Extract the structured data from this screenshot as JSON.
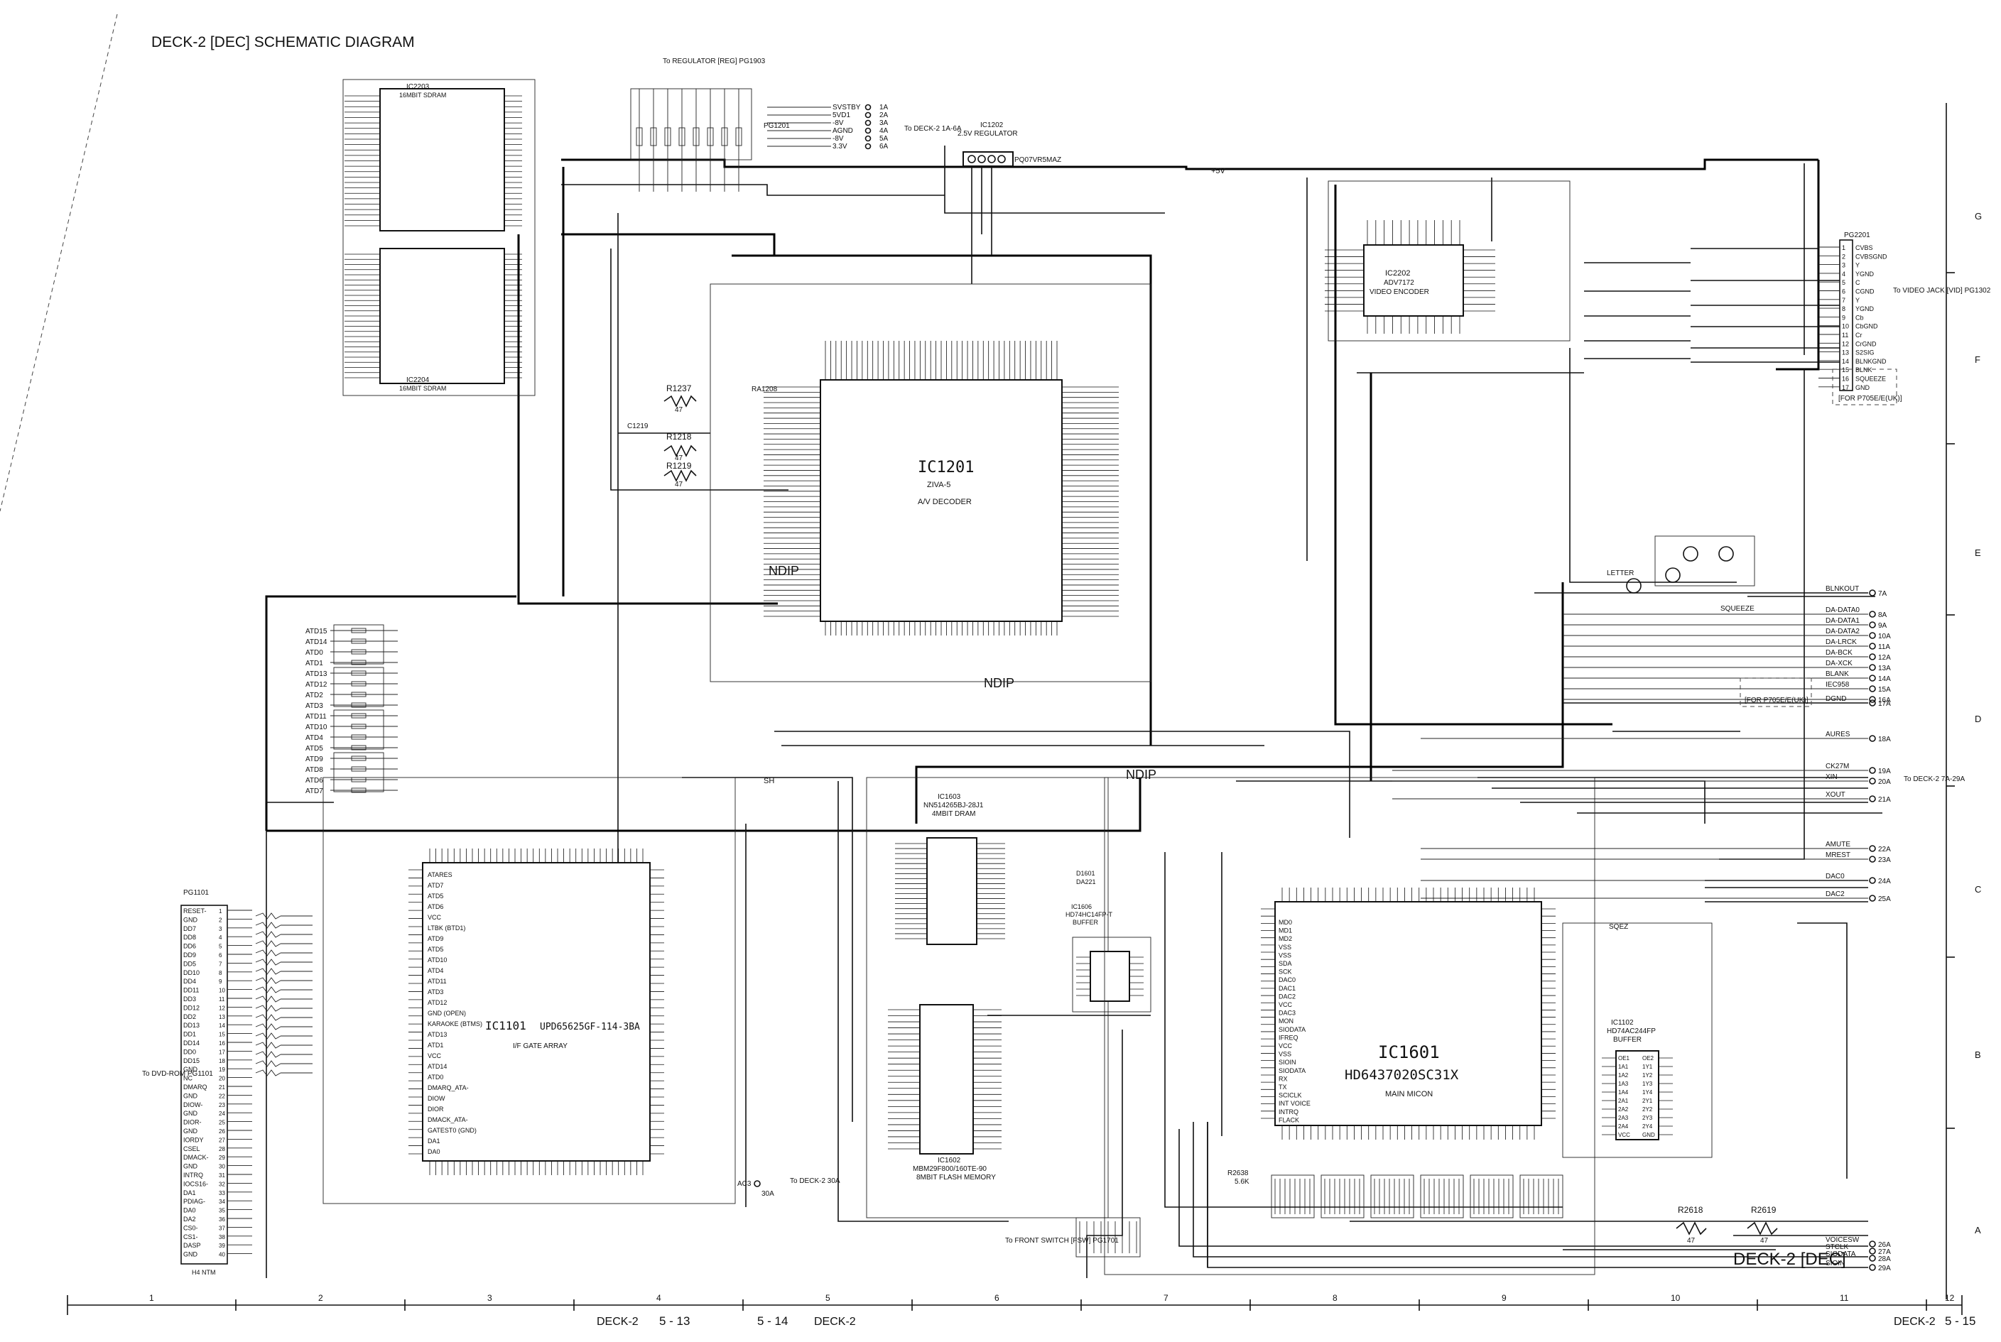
{
  "title": "DECK-2 [DEC] SCHEMATIC DIAGRAM",
  "corner_label": "DECK-2 [DEC]",
  "footer": {
    "left_deck": "DECK-2",
    "left_page": "5 - 13",
    "mid_page": "5 - 14",
    "mid_deck": "DECK-2",
    "right_deck": "DECK-2",
    "right_page": "5 - 15"
  },
  "grid_cols": [
    "1",
    "2",
    "3",
    "4",
    "5",
    "6",
    "7",
    "8",
    "9",
    "10",
    "11",
    "12"
  ],
  "grid_rows": [
    "G",
    "F",
    "E",
    "D",
    "C",
    "B",
    "A"
  ],
  "ics": {
    "ic2203": {
      "ref": "IC2203",
      "desc": "16MBIT SDRAM"
    },
    "ic2204": {
      "ref": "IC2204",
      "desc": "16MBIT SDRAM"
    },
    "ic1201": {
      "ref": "IC1201",
      "part": "ZIVA-5",
      "desc": "A/V DECODER"
    },
    "ic2202": {
      "ref": "IC2202",
      "part": "ADV7172",
      "desc": "VIDEO ENCODER"
    },
    "ic1202": {
      "ref": "IC1202",
      "desc": "2.5V REGULATOR",
      "part": "PQ07VR5MAZ"
    },
    "ic1101": {
      "ref": "IC1101",
      "part": "UPD65625GF-114-3BA",
      "desc": "I/F GATE ARRAY"
    },
    "ic1603": {
      "ref": "IC1603",
      "part": "NN514265BJ-28J1",
      "desc": "4MBIT DRAM"
    },
    "ic1602": {
      "ref": "IC1602",
      "part": "MBM29F800/160TE-90",
      "desc": "8MBIT FLASH MEMORY"
    },
    "ic1606": {
      "ref": "IC1606",
      "part": "HD74HC14FP-T",
      "desc": "BUFFER"
    },
    "ic1601": {
      "ref": "IC1601",
      "part": "HD6437020SC31X",
      "desc": "MAIN MICON"
    },
    "ic1102": {
      "ref": "IC1102",
      "part": "HD74AC244FP",
      "desc": "BUFFER"
    }
  },
  "connectors": {
    "pg1201": {
      "ref": "PG1201",
      "to": "To REGULATOR [REG] PG1903",
      "pins": [
        "1A",
        "2A",
        "3A",
        "4A",
        "5A",
        "6A"
      ],
      "nets": [
        "SVSTBY",
        "5VD1",
        "-8V",
        "AGND",
        "-8V",
        "3.3V"
      ],
      "dest": "To DECK-2 1A-6A"
    },
    "pg2201": {
      "ref": "PG2201",
      "to": "To VIDEO JACK [VID] PG1302",
      "pins": [
        "1",
        "2",
        "3",
        "4",
        "5",
        "6",
        "7",
        "8",
        "9",
        "10",
        "11",
        "12",
        "13",
        "14",
        "15",
        "16",
        "17"
      ],
      "nets": [
        "CVBS",
        "CVBSGND",
        "Y",
        "YGND",
        "C",
        "CGND",
        "Y",
        "YGND",
        "Cb",
        "CbGND",
        "Cr",
        "CrGND",
        "S2SIG",
        "BLNKGND",
        "BLNK",
        "SQUEEZE",
        "GND"
      ],
      "note": "[FOR P705E/E(UK)]"
    },
    "pg1101": {
      "ref": "PG1101",
      "to": "To DVD-ROM PG1101",
      "nets": [
        "RESET-",
        "GND",
        "DD7",
        "DD8",
        "DD6",
        "DD9",
        "DD5",
        "DD10",
        "DD4",
        "DD11",
        "DD3",
        "DD12",
        "DD2",
        "DD13",
        "DD1",
        "DD14",
        "DD0",
        "DD15",
        "GND",
        "NC",
        "DMARQ",
        "GND",
        "DIOW-",
        "GND",
        "DIOR-",
        "GND",
        "IORDY",
        "CSEL",
        "DMACK-",
        "GND",
        "INTRQ",
        "IOCS16-",
        "DA1",
        "PDIAG-",
        "DA0",
        "DA2",
        "CS0-",
        "CS1-",
        "DASP",
        "GND"
      ]
    },
    "pg1701": {
      "ref": "PG1701",
      "to": "To FRONT SWITCH [FSW] PG1701"
    },
    "right_bus": {
      "dest": "To DECK-2 7A-29A",
      "signals": [
        {
          "net": "BLNKOUT",
          "pin": "7A"
        },
        {
          "net": "DA-DATA0",
          "pin": "8A"
        },
        {
          "net": "DA-DATA1",
          "pin": "9A"
        },
        {
          "net": "DA-DATA2",
          "pin": "10A"
        },
        {
          "net": "DA-LRCK",
          "pin": "11A"
        },
        {
          "net": "DA-BCK",
          "pin": "12A"
        },
        {
          "net": "DA-XCK",
          "pin": "13A"
        },
        {
          "net": "BLANK",
          "pin": "14A"
        },
        {
          "net": "IEC958",
          "pin": "15A"
        },
        {
          "net": "",
          "pin": "16A"
        },
        {
          "net": "DGND",
          "pin": "17A"
        },
        {
          "net": "AURES",
          "pin": "18A"
        },
        {
          "net": "CK27M",
          "pin": "19A"
        },
        {
          "net": "XIN",
          "pin": "20A"
        },
        {
          "net": "XOUT",
          "pin": "21A"
        },
        {
          "net": "AMUTE",
          "pin": "22A"
        },
        {
          "net": "MREST",
          "pin": "23A"
        },
        {
          "net": "DAC0",
          "pin": "24A"
        },
        {
          "net": "DAC2",
          "pin": "25A"
        },
        {
          "net": "VOICESW",
          "pin": "26A"
        },
        {
          "net": "STCLK",
          "pin": "27A"
        },
        {
          "net": "SIODATA",
          "pin": "28A"
        },
        {
          "net": "SIOIN",
          "pin": "29A"
        }
      ],
      "note": "[FOR P705E/E(UK)]"
    },
    "ac3": {
      "net": "AC3",
      "pin": "30A",
      "dest": "To DECK-2 30A"
    }
  },
  "ic1101_left_pins": [
    "ATARES",
    "ATD7",
    "ATD5",
    "ATD6",
    "VCC",
    "LTBK (BTD1)",
    "ATD9",
    "ATD5",
    "ATD10",
    "ATD4",
    "ATD11",
    "ATD3",
    "ATD12",
    "GND (OPEN)",
    "KARAOKE (BTMS)",
    "ATD13",
    "ATD1",
    "VCC",
    "ATD14",
    "ATD0",
    "DMARQ_ATA-",
    "DIOW",
    "DIOR",
    "DMACK_ATA-",
    "GATEST0 (GND)",
    "DA1",
    "DA0"
  ],
  "ic1601_pins": [
    "MD0",
    "MD1",
    "MD2",
    "VSS",
    "VSS",
    "SDA",
    "SCK",
    "DAC0",
    "DAC1",
    "DAC2",
    "VCC",
    "DAC3",
    "MON",
    "SIODATA",
    "IFREQ",
    "VCC",
    "VSS",
    "SIOIN",
    "SIODATA",
    "RX",
    "TX",
    "SCICLK",
    "INT VOICE",
    "INTRQ",
    "FLACK"
  ],
  "ic1102_pins": [
    "OE1",
    "1A1",
    "1A2",
    "1A3",
    "1A4",
    "2A1",
    "2A2",
    "2A3",
    "2A4",
    "VCC",
    "OE2",
    "1Y1",
    "1Y2",
    "1Y3",
    "1Y4",
    "2Y1",
    "2Y2",
    "2Y3",
    "2Y4",
    "GND"
  ],
  "misc_labels": {
    "r1237": "R1237",
    "r1218": "R1218",
    "r1219": "R1219",
    "c1219": "C1219",
    "r47": "47",
    "ndip": "NDIP",
    "sh": "SH",
    "plus5v": "+5V",
    "letter": "LETTER",
    "squeeze": "SQUEEZE",
    "ra1208": "RA1208",
    "r2618": "R2618",
    "r2619": "R2619",
    "r2638": "R2638",
    "r2638v": "5.6K",
    "d1601": "D1601",
    "d1601p": "DA221",
    "h4": "H4 NTM",
    "sqez": "SQEZ"
  }
}
